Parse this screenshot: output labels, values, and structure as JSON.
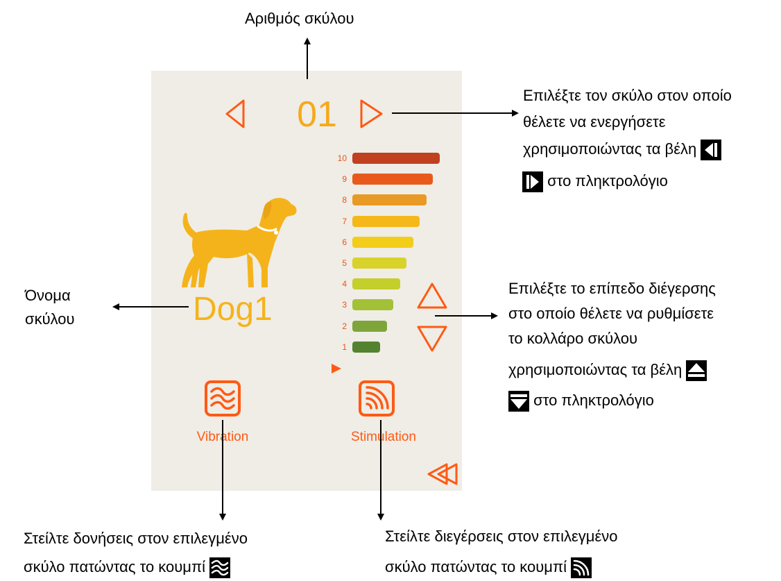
{
  "top_label": "Αριθμός σκύλου",
  "dog_number": "01",
  "dog_name": "Dog1",
  "name_label": [
    "Όνομα",
    "σκύλου"
  ],
  "select_dog_text": [
    "Επιλέξτε τον σκύλο στον οποίο",
    "θέλετε να ενεργήσετε",
    "χρησιμοποιώντας τα βέλη",
    "στο πληκτρολόγιο"
  ],
  "level_text": [
    "Επιλέξτε το επίπεδο διέγερσης",
    "στο οποίο θέλετε να ρυθμίσετε",
    "το κολλάρο σκύλου",
    "χρησιμοποιώντας τα βέλη",
    "στο πληκτρολόγιο"
  ],
  "vibration_text": [
    "Στείλτε δονήσεις στον επιλεγμένο",
    "σκύλο πατώντας το κουμπί"
  ],
  "stimulation_text": [
    "Στείλτε διεγέρσεις στον επιλεγμένο",
    "σκύλο πατώντας το κουμπί"
  ],
  "vibration_label": "Vibration",
  "stimulation_label": "Stimulation",
  "selected_level": 1,
  "levels": [
    {
      "label": "10",
      "color": "#c0401f"
    },
    {
      "label": "9",
      "color": "#e85a1c"
    },
    {
      "label": "8",
      "color": "#e99a24"
    },
    {
      "label": "7",
      "color": "#f5b81b"
    },
    {
      "label": "6",
      "color": "#f2cd1a"
    },
    {
      "label": "5",
      "color": "#d8d22b"
    },
    {
      "label": "4",
      "color": "#c4cf2c"
    },
    {
      "label": "3",
      "color": "#a3c136"
    },
    {
      "label": "2",
      "color": "#7ea53a"
    },
    {
      "label": "1",
      "color": "#55822f"
    }
  ],
  "colors": {
    "accent": "#ff5a14",
    "dog": "#f5b31b",
    "panel": "#efede6"
  },
  "icons": [
    "left-arrow-icon",
    "right-arrow-icon",
    "up-arrow-icon",
    "down-arrow-icon",
    "waves-icon",
    "signal-icon",
    "double-back-icon",
    "dog-icon"
  ]
}
